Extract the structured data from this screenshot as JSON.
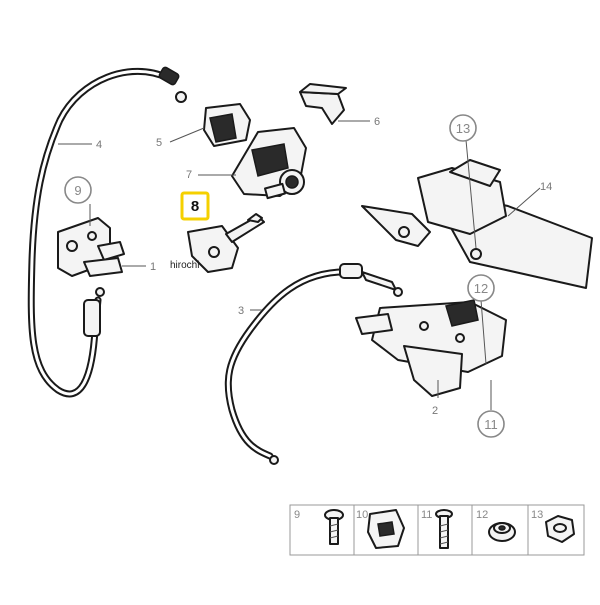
{
  "labels": {
    "l1": "1",
    "l2": "2",
    "l3": "3",
    "l4": "4",
    "l5": "5",
    "l6": "6",
    "l7": "7",
    "l14": "14",
    "c9": "9",
    "c11": "11",
    "c12": "12",
    "c13": "13"
  },
  "highlight": {
    "number": "8",
    "color": "#f5d000"
  },
  "watermark": "hirochi",
  "strip": {
    "n9": "9",
    "n10": "10",
    "n11": "11",
    "n12": "12",
    "n13": "13"
  }
}
